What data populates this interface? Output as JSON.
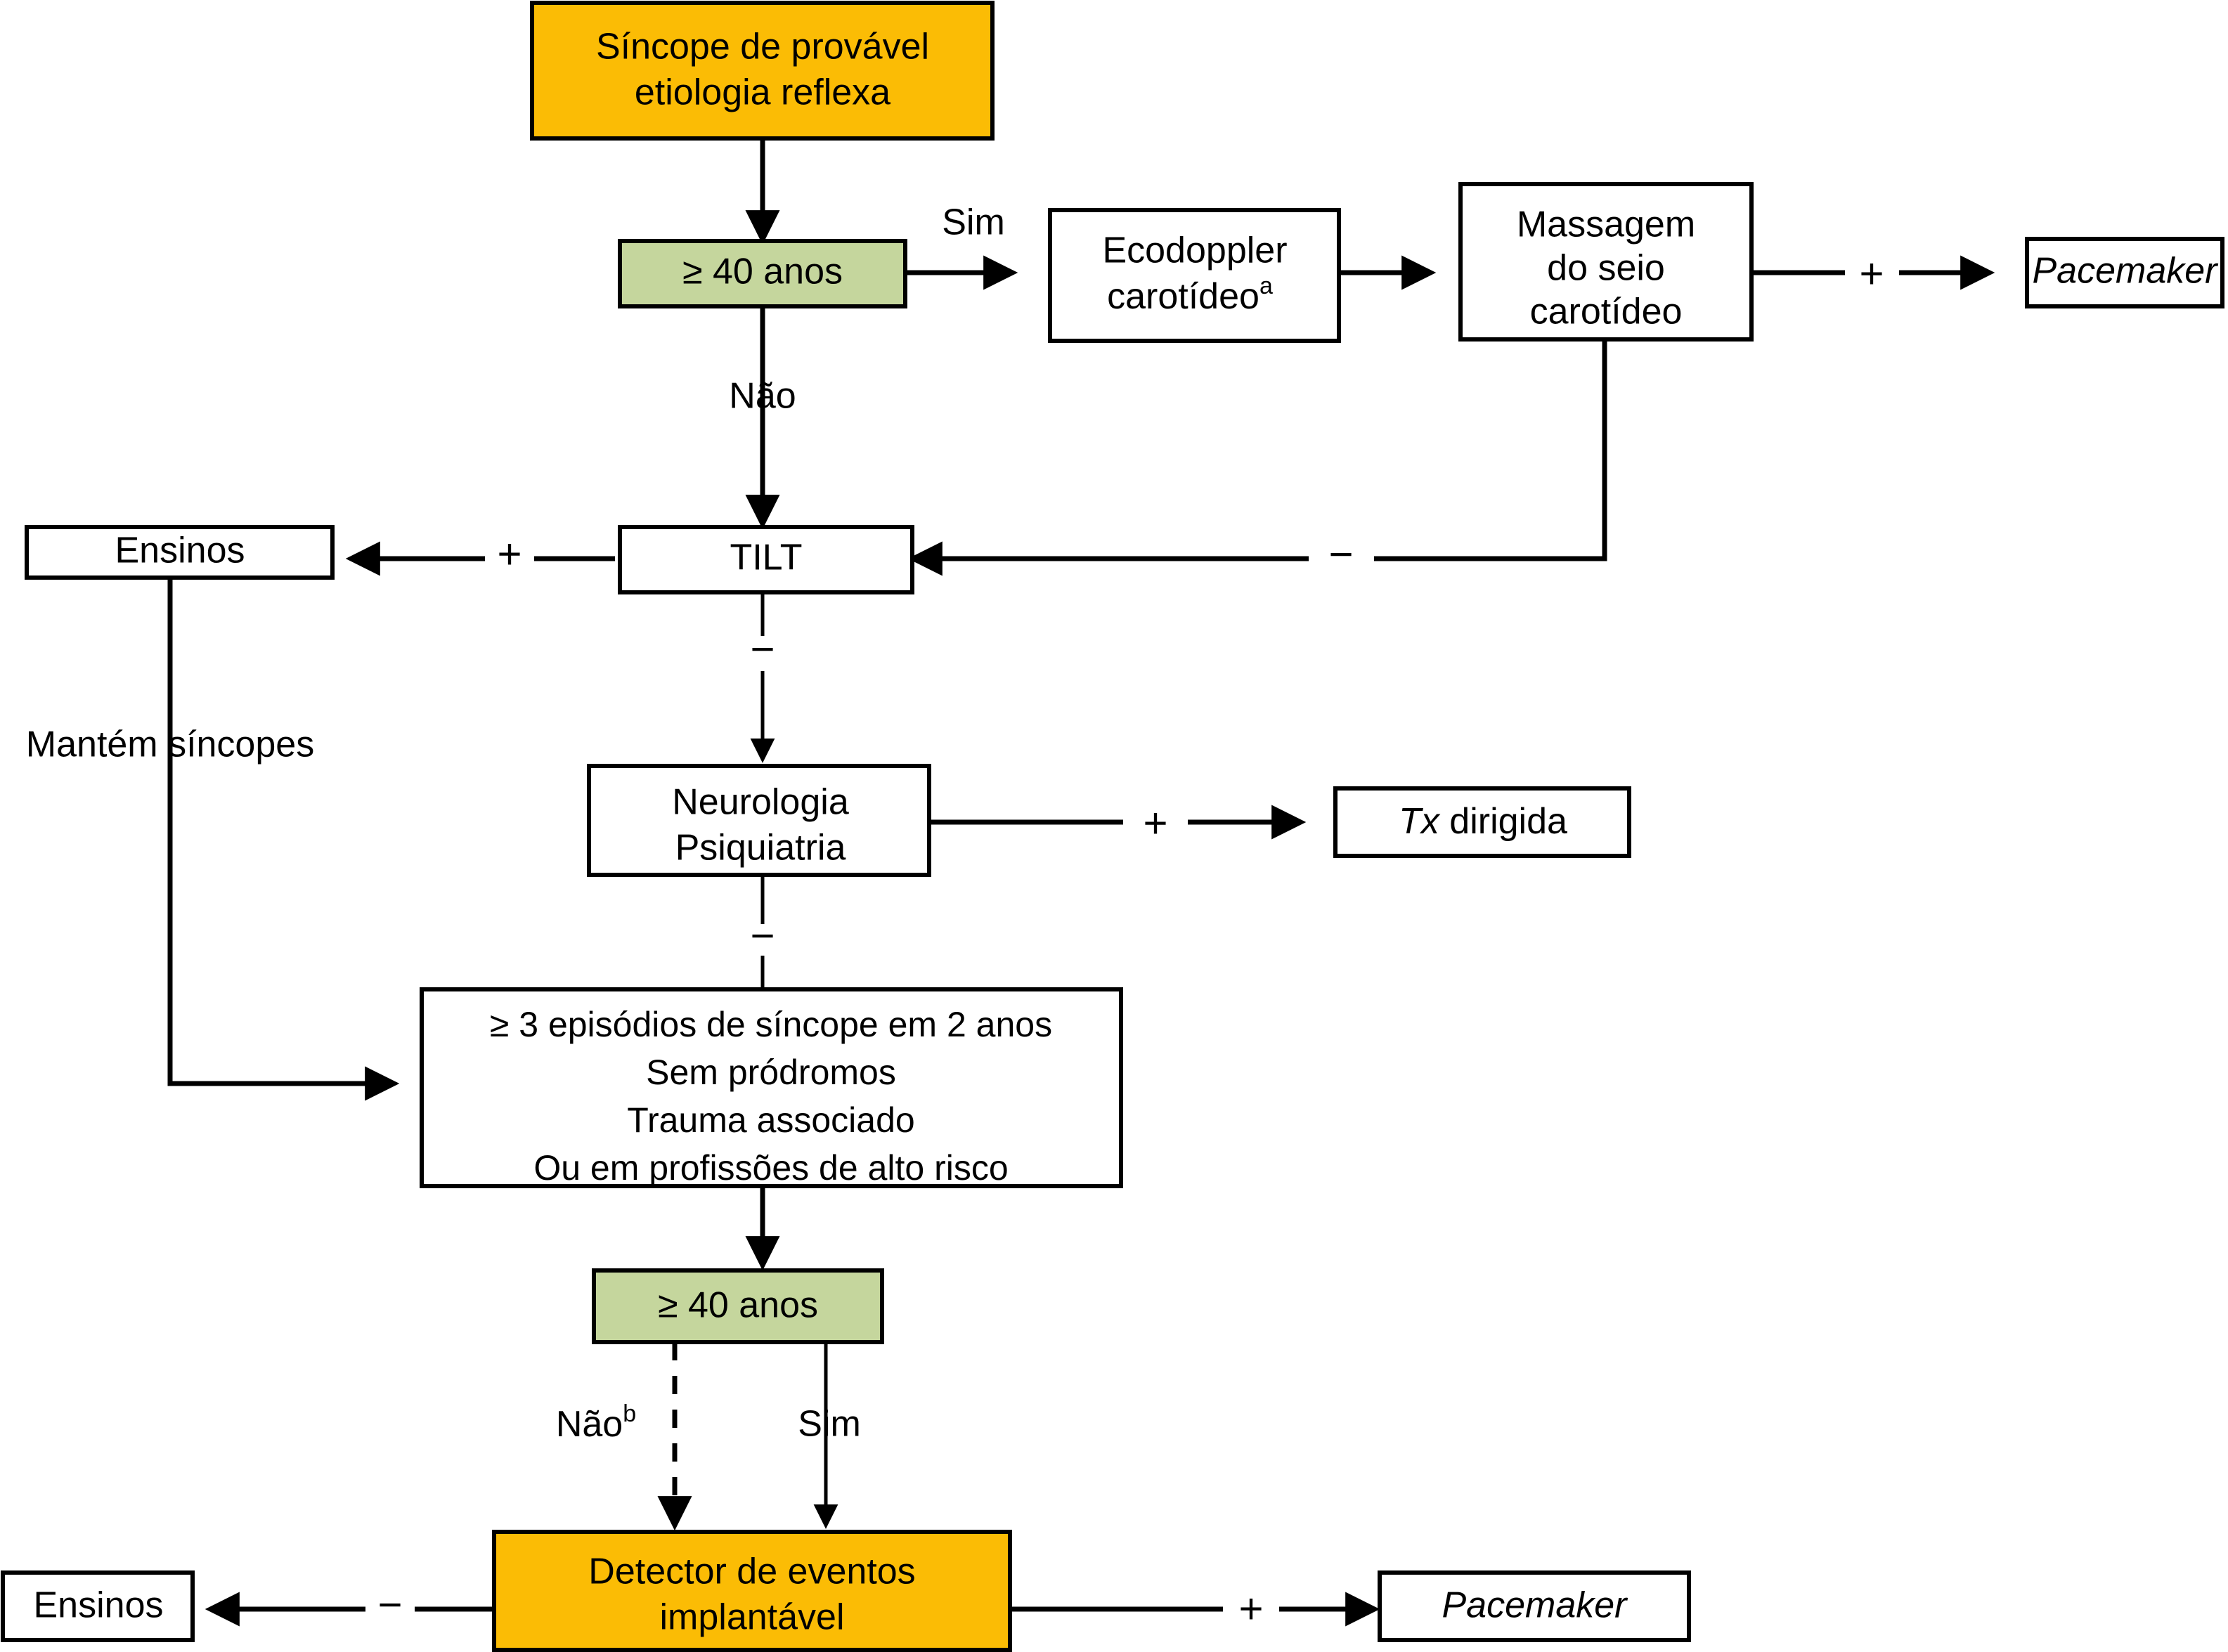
{
  "diagram": {
    "title": "Algoritmo de avaliacao de sincope de provavel etiologia reflexa",
    "language": "pt-BR",
    "colors": {
      "orange": "#FBBC05",
      "green": "#C5D69D",
      "white": "#FFFFFF",
      "stroke": "#000000"
    },
    "nodes": {
      "start": {
        "line1": "Síncope de provável",
        "line2": "etiologia reflexa",
        "fill": "orange"
      },
      "age_first": {
        "label": "≥ 40 anos",
        "fill": "green"
      },
      "ecodoppler": {
        "line1": "Ecodoppler",
        "line2": "carotídeo",
        "superscript": "a",
        "fill": "white"
      },
      "massagem": {
        "line1": "Massagem",
        "line2": "do seio",
        "line3": "carotídeo",
        "fill": "white"
      },
      "pacemaker_top": {
        "label": "Pacemaker",
        "fill": "white",
        "style": "italic"
      },
      "ensinos_top": {
        "label": "Ensinos",
        "fill": "white"
      },
      "tilt": {
        "label": "TILT",
        "fill": "white"
      },
      "neuro": {
        "line1": "Neurologia",
        "line2": "Psiquiatria",
        "fill": "white"
      },
      "tx": {
        "italic_part": "Tx",
        "rest": " dirigida",
        "fill": "white"
      },
      "criteria": {
        "lines": [
          "≥ 3 episódios de síncope em 2 anos",
          "Sem pródromos",
          "Trauma associado",
          "Ou em profissões de alto risco"
        ],
        "fill": "white"
      },
      "age_second": {
        "label": "≥ 40 anos",
        "fill": "green"
      },
      "detector": {
        "line1": "Detector de eventos",
        "line2": "implantável",
        "fill": "orange"
      },
      "ensinos_bottom": {
        "label": "Ensinos",
        "fill": "white"
      },
      "pacemaker_bottom": {
        "label": "Pacemaker",
        "fill": "white",
        "style": "italic"
      }
    },
    "edge_labels": {
      "sim_top": "Sim",
      "nao_top": "Não",
      "plus_massagem": "+",
      "minus_massagem": "−",
      "plus_tilt": "+",
      "minus_tilt": "−",
      "plus_neuro": "+",
      "minus_neuro": "−",
      "mantem_sincopes": "Mantém síncopes",
      "nao_bottom": "Não",
      "nao_bottom_superscript": "b",
      "sim_bottom": "Sim",
      "minus_detector": "−",
      "plus_detector": "+"
    }
  }
}
